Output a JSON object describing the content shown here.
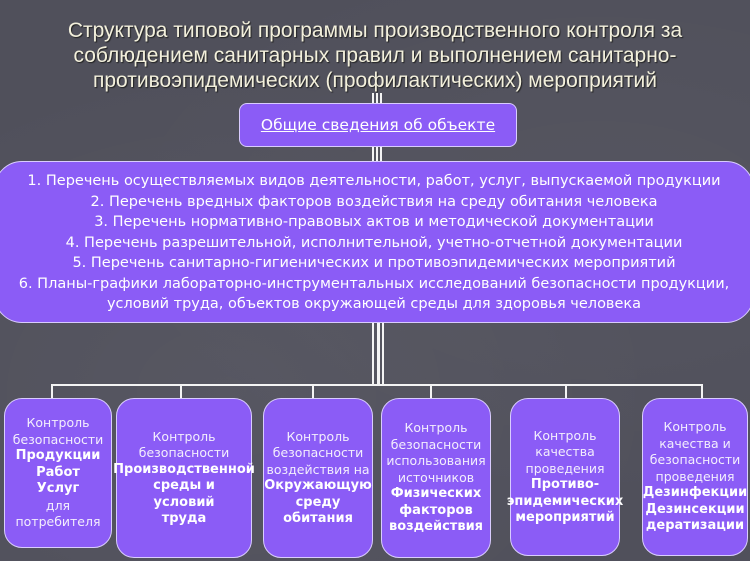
{
  "title": {
    "lines": [
      "Структура типовой программы производственного контроля за",
      "соблюдением санитарных правил и выполнением санитарно-",
      "противоэпидемических (профилактических) мероприятий"
    ]
  },
  "top_box": {
    "label": "Общие сведения об объекте"
  },
  "list_box": {
    "items": [
      "1. Перечень осуществляемых видов деятельности, работ, услуг, выпускаемой продукции",
      "2. Перечень вредных факторов воздействия на среду обитания человека",
      "3. Перечень нормативно-правовых актов и методической документации",
      "4. Перечень разрешительной, исполнительной, учетно-отчетной документации",
      "5. Перечень санитарно-гигиенических и противоэпидемических мероприятий",
      "6. Планы-графики лабораторно-инструментальных исследований безопасности продукции,",
      "условий труда,  объектов окружающей среды для здоровья человека"
    ]
  },
  "children": [
    {
      "normal_top": [
        "Контроль",
        "безопасности"
      ],
      "bold": [
        "Продукции",
        "Работ",
        "Услуг"
      ],
      "normal_bottom": [
        "для",
        "потребителя"
      ]
    },
    {
      "normal_top": [
        "Контроль",
        "безопасности"
      ],
      "bold": [
        "Производственной",
        "среды и",
        "условий",
        "труда"
      ],
      "normal_bottom": []
    },
    {
      "normal_top": [
        "Контроль",
        "безопасности",
        "воздействия на"
      ],
      "bold": [
        "Окружающую",
        "среду",
        "обитания"
      ],
      "normal_bottom": []
    },
    {
      "normal_top": [
        "Контроль",
        "безопасности",
        "использования",
        "источников"
      ],
      "bold": [
        "Физических",
        "факторов",
        "воздействия"
      ],
      "normal_bottom": []
    },
    {
      "normal_top": [
        "Контроль",
        "качества",
        "проведения"
      ],
      "bold": [
        "Противо-",
        "эпидемических",
        "мероприятий"
      ],
      "normal_bottom": []
    },
    {
      "normal_top": [
        "Контроль",
        "качества и",
        "безопасности",
        "проведения"
      ],
      "bold": [
        "Дезинфекции",
        "Дезинсекции",
        "дератизации"
      ],
      "normal_bottom": []
    }
  ],
  "colors": {
    "box_fill": "#8b5cf6",
    "box_border": "#d9ccff",
    "background": "#50505b",
    "title_text": "#f3f0dc",
    "connector": "#f4f4f4"
  }
}
